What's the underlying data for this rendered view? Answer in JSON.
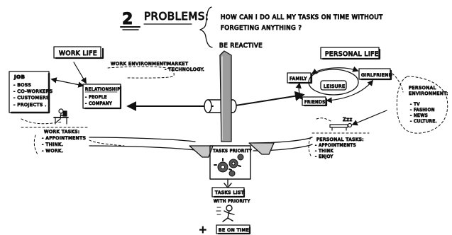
{
  "title": {
    "number": "2",
    "word": "PROBLEMS:",
    "problem_1_line_1": "HOW CAN I DO ALL MY TASKS ON TIME WITHOUT",
    "problem_1_line_2": "FORGETING ANYTHING ?",
    "problem_2": "BE REACTIVE"
  },
  "work": {
    "header": "WORK LIFE",
    "environment_label": "WORK ENVIRONMENT:",
    "environment_items": [
      "- MARKET",
      "- TECHNOLOGY."
    ],
    "job_title": "JOB",
    "job_items": [
      "- BOSS",
      "- CO-WORKERS",
      "- CUSTOMERS",
      "- PROJECTS ."
    ],
    "relationship_title": "RELATIONSHIP",
    "relationship_items": [
      "- PEOPLE",
      "- COMPANY"
    ],
    "tasks_title": "WORK TASKS:",
    "tasks_items": [
      "- APPOINTMENTS",
      "- THINK.",
      "- WORK."
    ]
  },
  "personal": {
    "header": "PERSONAL LIFE",
    "family": "FAMILY",
    "leisure": "LEISURE",
    "girlfriend": "GIRLFRIEND",
    "friends": "FRIENDS",
    "zzz": "Zzz",
    "environment_title": [
      "PERSONAL",
      "ENVIRONMENT:"
    ],
    "environment_items": [
      "- TV",
      "- FASHION",
      "- NEWS",
      "- CULTURE."
    ],
    "tasks_title": "PERSONAL TASKS:",
    "tasks_items": [
      "- APPOINTMENTS",
      "- THINK",
      "- ENJOY"
    ]
  },
  "center": {
    "priority_box": "TASKS PRIORITY",
    "task_list": "TASKS LIST",
    "with_priority": "WITH PRIORITY",
    "be_on_time": "BE ON TIME",
    "plus": "+"
  }
}
